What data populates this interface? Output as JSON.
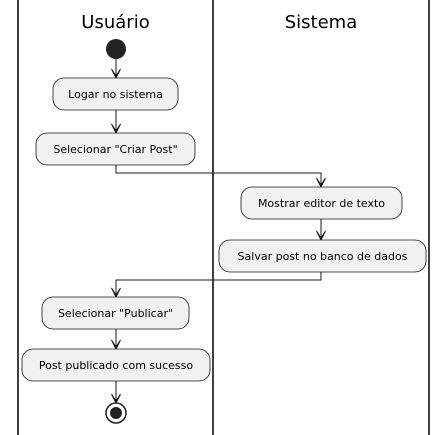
{
  "diagram": {
    "lanes": [
      {
        "id": "usuario",
        "title": "Usuário"
      },
      {
        "id": "sistema",
        "title": "Sistema"
      }
    ],
    "nodes": [
      {
        "id": "start",
        "type": "start",
        "lane": "usuario"
      },
      {
        "id": "a1",
        "type": "action",
        "lane": "usuario",
        "label": "Logar no sistema"
      },
      {
        "id": "a2",
        "type": "action",
        "lane": "usuario",
        "label": "Selecionar \"Criar Post\""
      },
      {
        "id": "a3",
        "type": "action",
        "lane": "sistema",
        "label": "Mostrar editor de texto"
      },
      {
        "id": "a4",
        "type": "action",
        "lane": "sistema",
        "label": "Salvar post no banco de dados"
      },
      {
        "id": "a5",
        "type": "action",
        "lane": "usuario",
        "label": "Selecionar \"Publicar\""
      },
      {
        "id": "a6",
        "type": "action",
        "lane": "usuario",
        "label": "Post publicado com sucesso"
      },
      {
        "id": "end",
        "type": "end",
        "lane": "usuario"
      }
    ],
    "edges": [
      [
        "start",
        "a1"
      ],
      [
        "a1",
        "a2"
      ],
      [
        "a2",
        "a3"
      ],
      [
        "a3",
        "a4"
      ],
      [
        "a4",
        "a5"
      ],
      [
        "a5",
        "a6"
      ],
      [
        "a6",
        "end"
      ]
    ],
    "colors": {
      "node_fill": "#f1f1f1",
      "node_stroke": "#181818",
      "start_fill": "#222222",
      "lane_line": "#000000"
    }
  }
}
